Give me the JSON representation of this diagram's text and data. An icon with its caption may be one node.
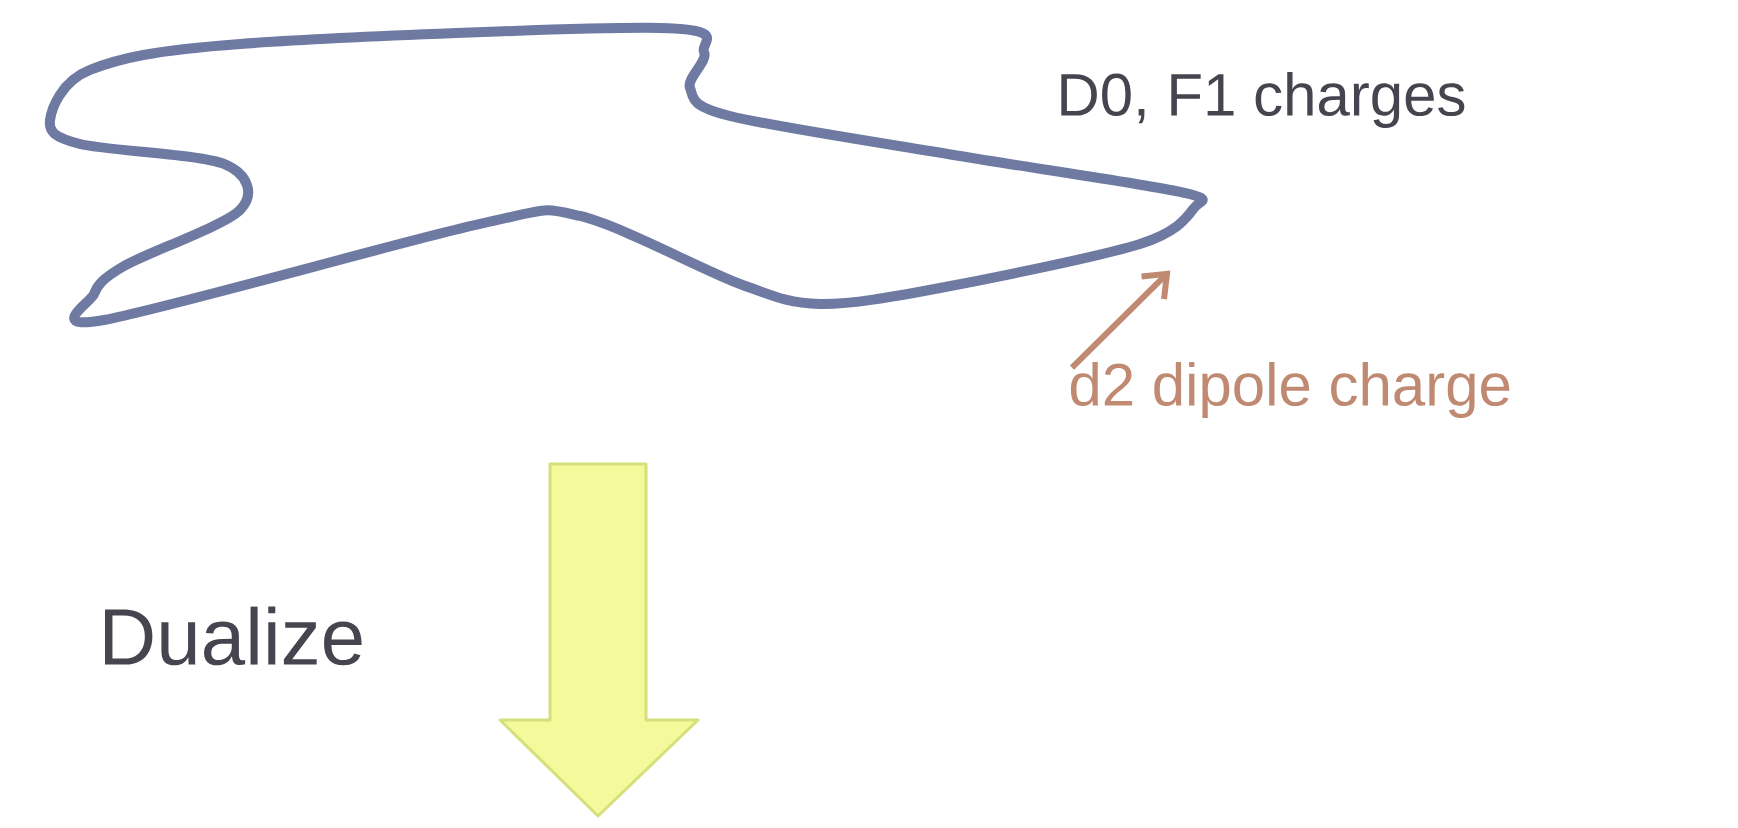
{
  "diagram": {
    "nodes": [
      {
        "text": [],
        "shape": "loop",
        "beside": [
          "D0, F1 charges"
        ]
      },
      {
        "text": [
          "d2 dipole charge"
        ]
      }
    ],
    "edges": [
      {
        "from": 1,
        "to": 0,
        "arrow": "to",
        "color": "#c08a72"
      }
    ],
    "labels": [
      "Dualize"
    ]
  }
}
